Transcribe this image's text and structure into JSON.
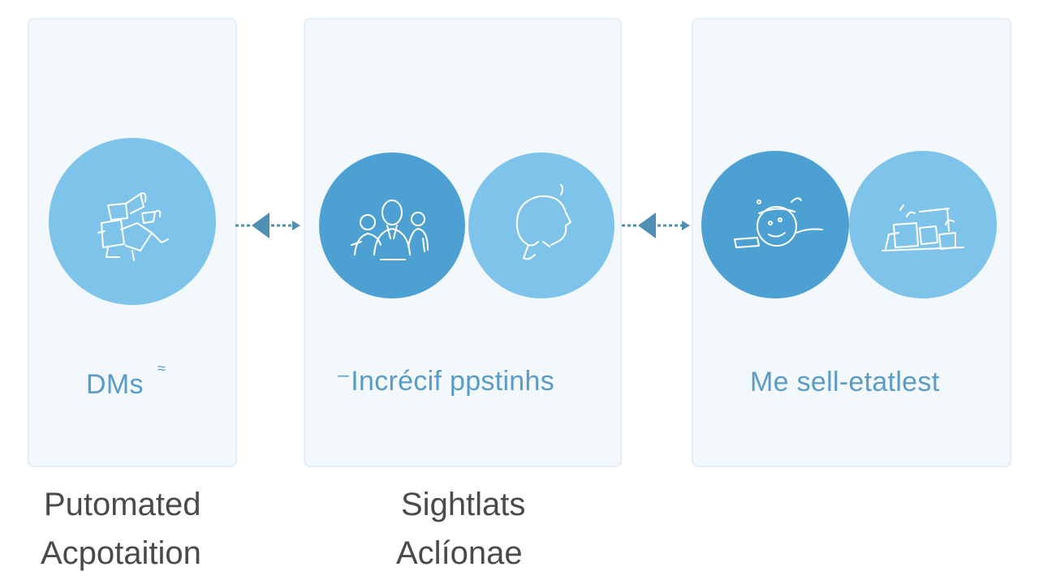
{
  "colors": {
    "panel_bg": "#f2f8fc",
    "circle_light": "#7ec3ea",
    "circle_dark": "#4da0d2",
    "label_blue": "#5a9cc6",
    "caption_gray": "#4a4a4a",
    "connector": "#4f8fb3"
  },
  "panels": [
    {
      "label": "DMs",
      "label_mark": "≈",
      "icons": [
        "objects-sketch-icon"
      ]
    },
    {
      "label": "⁻Incrécif ppstinhs",
      "icons": [
        "people-group-icon",
        "head-profile-icon"
      ]
    },
    {
      "label": "Me sell-etatlest",
      "icons": [
        "person-at-desk-icon",
        "workspace-objects-icon"
      ]
    }
  ],
  "captions": [
    {
      "line1": "Putomated",
      "line2": "Acpotaition"
    },
    {
      "line1": "Sightlats",
      "line2": "Aclíonae"
    }
  ]
}
